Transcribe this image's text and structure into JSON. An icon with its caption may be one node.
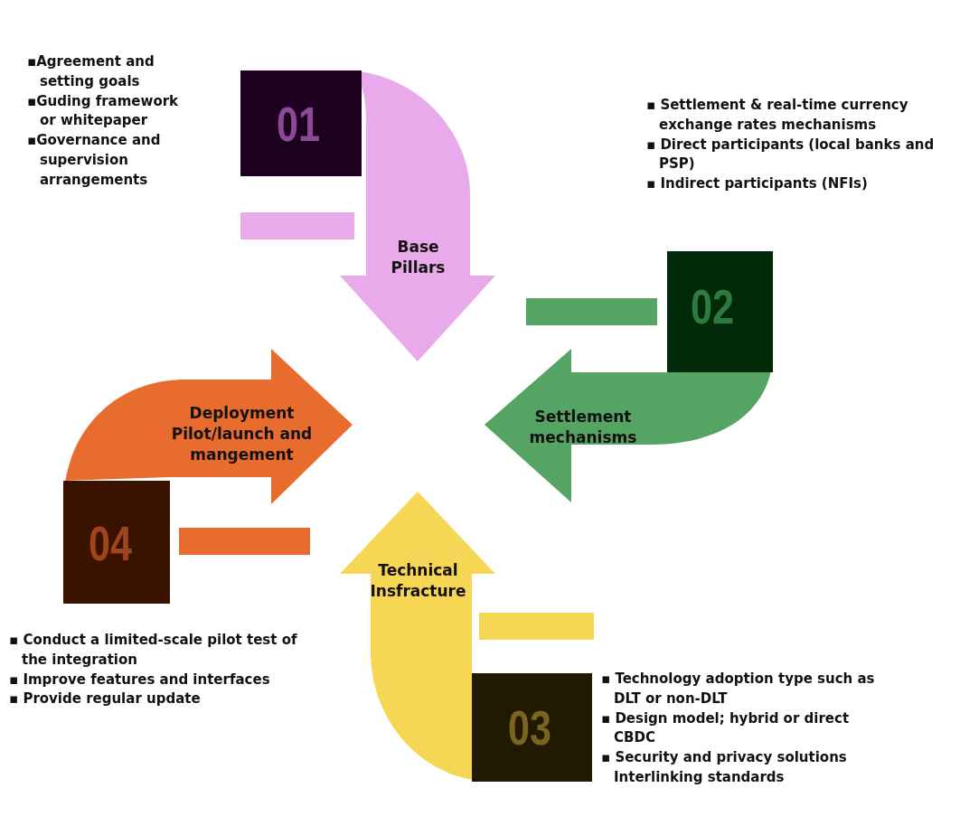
{
  "diagram": {
    "nodes": [
      {
        "text": [
          "01",
          "Base Pillars"
        ],
        "beside": [
          "▪Agreement and setting goals",
          "▪Guding framework or whitepaper",
          "▪Governance and supervision arrangements"
        ]
      },
      {
        "text": [
          "02",
          "Settlement mechanisms"
        ],
        "beside": [
          "▪ Settlement & real-time currency exchange rates mechanisms",
          "▪ Direct participants (local banks and PSP)",
          "▪ Indirect participants (NFIs)"
        ]
      },
      {
        "text": [
          "03",
          "Technical Insfracture"
        ],
        "beside": [
          "▪ Technology adoption type such as DLT or non-DLT",
          "▪ Design model; hybrid or direct CBDC",
          "▪ Security and privacy solutions Interlinking standards"
        ]
      },
      {
        "text": [
          "04",
          "Deployment Pilot/launch and mangement"
        ],
        "beside": [
          "▪ Conduct a limited-scale pilot test of the integration",
          "▪ Improve features and interfaces",
          "▪ Provide regular update"
        ]
      }
    ]
  }
}
